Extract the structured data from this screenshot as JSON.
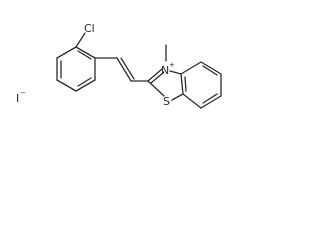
{
  "structure": {
    "atoms": {
      "chlorine": "Cl",
      "nitrogen": "N",
      "nitrogen_charge": "+",
      "sulfur": "S",
      "iodide": "I",
      "iodide_charge": "−"
    },
    "colors": {
      "bond": "#2b2b2b",
      "label": "#2b2b2b",
      "background": "#ffffff"
    }
  }
}
